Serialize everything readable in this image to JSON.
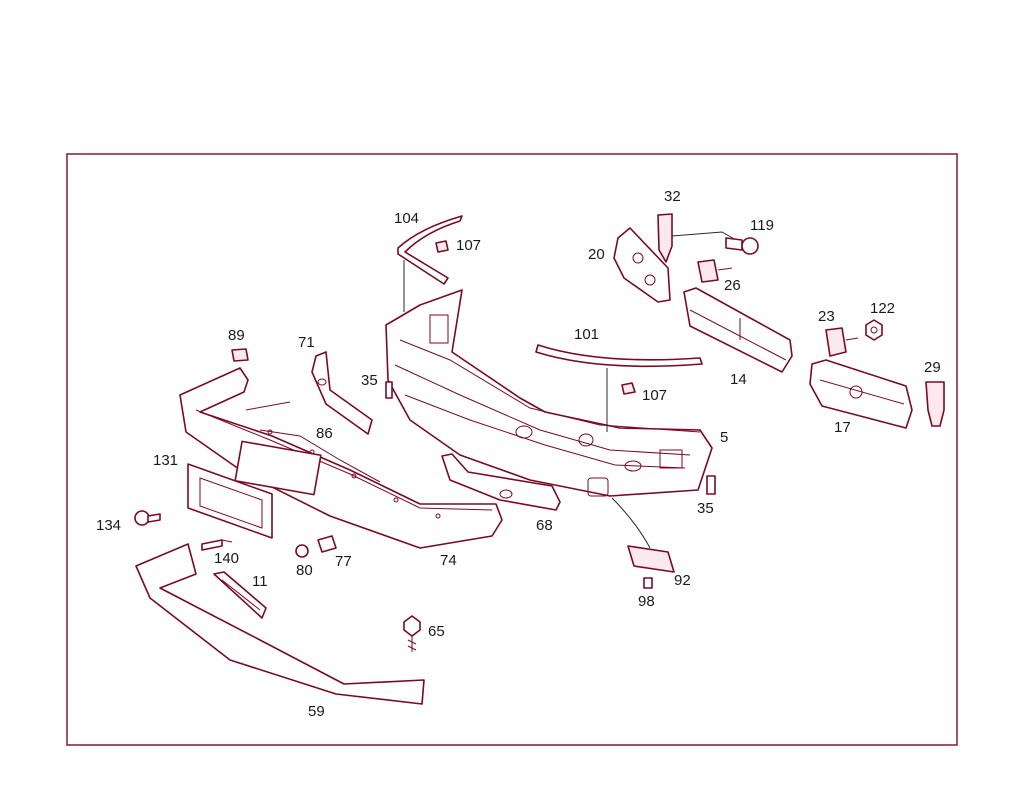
{
  "diagram": {
    "accent_color": "#7a0a24",
    "labels": {
      "l104": "104",
      "l107a": "107",
      "l32": "32",
      "l119": "119",
      "l20": "20",
      "l26": "26",
      "l89": "89",
      "l71": "71",
      "l35a": "35",
      "l101": "101",
      "l107b": "107",
      "l23": "23",
      "l122": "122",
      "l14": "14",
      "l29": "29",
      "l17": "17",
      "l5": "5",
      "l86": "86",
      "l131": "131",
      "l35b": "35",
      "l68": "68",
      "l134": "134",
      "l140": "140",
      "l80": "80",
      "l77": "77",
      "l74": "74",
      "l11": "11",
      "l92": "92",
      "l98": "98",
      "l65": "65",
      "l59": "59"
    }
  }
}
